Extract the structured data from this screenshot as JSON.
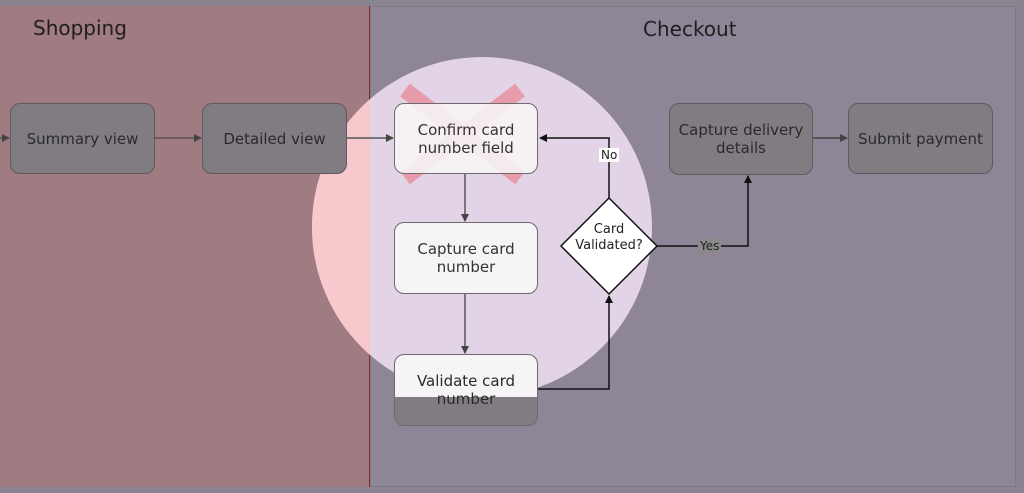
{
  "lanes": {
    "shopping": "Shopping",
    "checkout": "Checkout"
  },
  "nodes": {
    "summary_view": "Summary view",
    "detailed_view": "Detailed view",
    "confirm_card": "Confirm card number field",
    "capture_card": "Capture card number",
    "validate_card": "Validate card number",
    "card_validated": "Card Validated?",
    "capture_delivery": "Capture delivery details",
    "submit_payment": "Submit payment"
  },
  "edges": {
    "no_label": "No",
    "yes_label": "Yes"
  },
  "annotations": {
    "cross_mark": "x-mark-icon"
  },
  "colors": {
    "shopping_lane": "#a07b82",
    "checkout_lane": "#8e8597",
    "spotlight": "#e3d3e7",
    "cross": "#e88a96"
  }
}
